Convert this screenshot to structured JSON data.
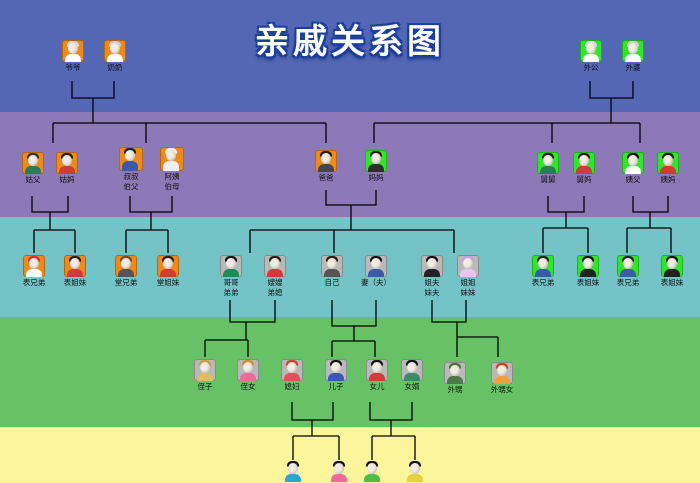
{
  "title": "亲戚关系图",
  "colors": {
    "band1": "#5467b5",
    "band2": "#8d78b8",
    "band3": "#73c3c7",
    "band4": "#66c264",
    "band5": "#fbf59b",
    "frame_orange": "#ef8a1a",
    "frame_green": "#2fe62a",
    "frame_gray": "#b9b9b9",
    "line": "#000000"
  },
  "people": {
    "yeye": "爷爷",
    "nainai": "奶奶",
    "waigong": "外公",
    "waipo": "外婆",
    "gufu": "姑父",
    "gumama": "姑妈",
    "shushu": [
      "叔叔",
      "伯父"
    ],
    "ayi": [
      "阿姨",
      "伯母"
    ],
    "baba": "爸爸",
    "mama": "妈妈",
    "jiujiu": "舅舅",
    "jiuma": "舅妈",
    "yifu": "姨父",
    "yima": "姨妈",
    "biao_xiongdi_l": "表兄弟",
    "biao_jiemei_l": "表姐妹",
    "tang_xiongdi": "堂兄弟",
    "tang_jiemei": "堂姐妹",
    "gege": [
      "哥哥",
      "弟弟"
    ],
    "sao": [
      "嫂嫂",
      "弟媳"
    ],
    "ziji": "自己",
    "qi": "妻（夫）",
    "jiefu": [
      "姐夫",
      "妹夫"
    ],
    "jiejie": [
      "姐姐",
      "妹妹"
    ],
    "biao_xiongdi_r1": "表兄弟",
    "biao_jiemei_r1": "表姐妹",
    "biao_xiongdi_r2": "表兄弟",
    "biao_jiemei_r2": "表姐妹",
    "zhizi": "侄子",
    "zhinv": "侄女",
    "xifu": "媳妇",
    "erzi": "儿子",
    "nver": "女儿",
    "nvxu": "女婿",
    "waisheng": "外甥",
    "waishengnv": "外甥女"
  }
}
